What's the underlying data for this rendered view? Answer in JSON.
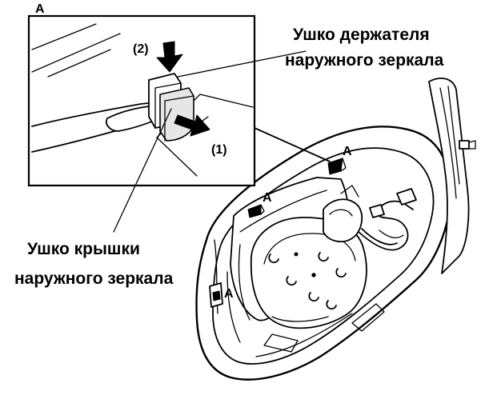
{
  "labels": {
    "detail_view_letter": "A",
    "step_2": "(2)",
    "step_1": "(1)",
    "holder_lug_line1": "Ушко держателя",
    "holder_lug_line2": "наружного зеркала",
    "cover_lug_line1": "Ушко крышки",
    "cover_lug_line2": "наружного зеркала",
    "clip_marker": "A"
  }
}
